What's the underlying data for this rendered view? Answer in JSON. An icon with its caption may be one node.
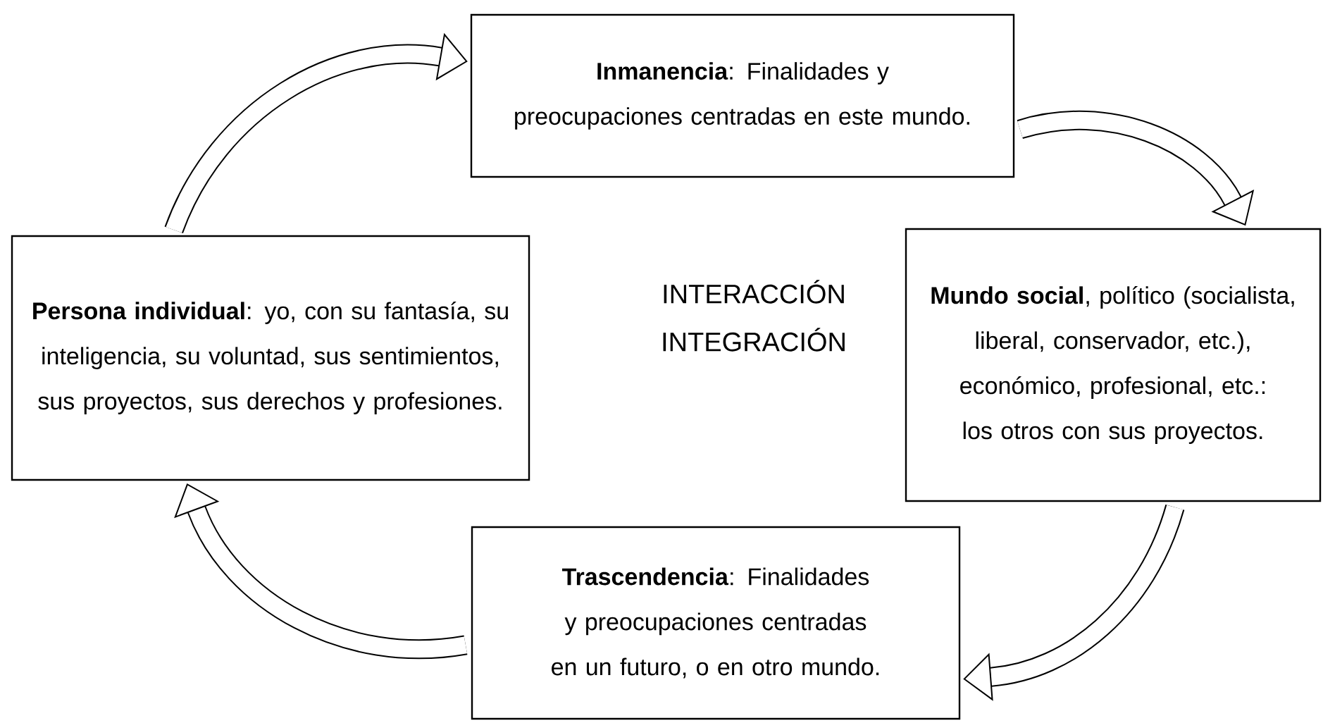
{
  "diagram": {
    "nodes": [
      {
        "text": [
          "**Inmanencia**: Finalidades y preocupaciones centradas en este mundo."
        ]
      },
      {
        "text": [
          "**Persona individual**: yo, con su fantasía, su inteligencia, su voluntad, sus sentimientos, sus proyectos, sus derechos y profesiones."
        ]
      },
      {
        "text": [
          "**Mundo social**, político (socialista, liberal, conservador, etc.), económico, profesional, etc.: los otros con sus proyectos."
        ]
      },
      {
        "text": [
          "**Trascendencia**: Finalidades y preocupaciones centradas en un futuro, o en otro mundo."
        ]
      }
    ],
    "edges": [
      {
        "from": 1,
        "to": 0,
        "arrow": "to"
      },
      {
        "from": 0,
        "to": 2,
        "arrow": "to"
      },
      {
        "from": 2,
        "to": 3,
        "arrow": "to"
      },
      {
        "from": 3,
        "to": 1,
        "arrow": "to"
      }
    ],
    "labels": [
      "INTERACCIÓN",
      "INTEGRACIÓN"
    ]
  }
}
